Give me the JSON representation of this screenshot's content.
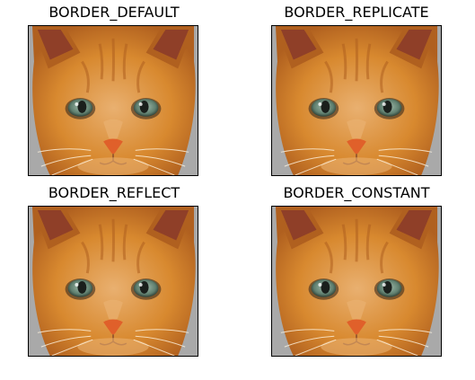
{
  "panels": [
    {
      "title": "BORDER_DEFAULT"
    },
    {
      "title": "BORDER_REPLICATE"
    },
    {
      "title": "BORDER_REFLECT"
    },
    {
      "title": "BORDER_CONSTANT"
    }
  ],
  "colors": {
    "background": "#ffffff",
    "frame": "#000000",
    "side_gray": "#a9a9a9",
    "fur": "#d8892f",
    "fur_dark": "#b0601f",
    "fur_light": "#e9b070",
    "ear_inner": "#8a3a2a",
    "eye": "#5f7f6f",
    "nose": "#e0602a"
  }
}
